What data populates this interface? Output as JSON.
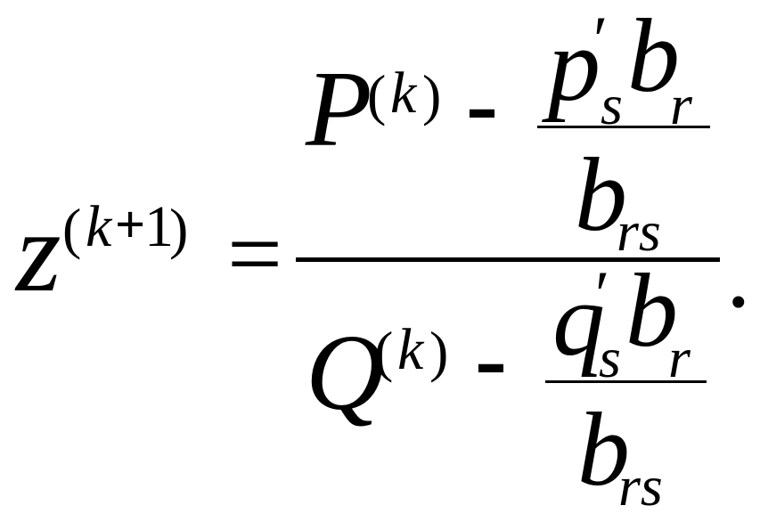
{
  "formula": {
    "lhs": {
      "base": "z",
      "open_paren": "(",
      "exponent_var": "k",
      "plus": "+",
      "exponent_num": "1",
      "close_paren": ")"
    },
    "equals": "=",
    "numerator": {
      "base": "P",
      "open_paren": "(",
      "index": "k",
      "close_paren": ")",
      "minus": "-",
      "fraction": {
        "var_top": "p",
        "prime_top": "′",
        "sub_top": "s",
        "b_top": "b",
        "sub_r": "r",
        "b_bottom": "b",
        "sub_bottom": "rs"
      }
    },
    "denominator": {
      "base": "Q",
      "open_paren": "(",
      "index": "k",
      "close_paren": ")",
      "minus": "-",
      "fraction": {
        "var_top": "q",
        "prime_top": "′",
        "sub_top": "s",
        "b_top": "b",
        "sub_r": "r",
        "b_bottom": "b",
        "sub_bottom": "rs"
      }
    },
    "period": "."
  }
}
